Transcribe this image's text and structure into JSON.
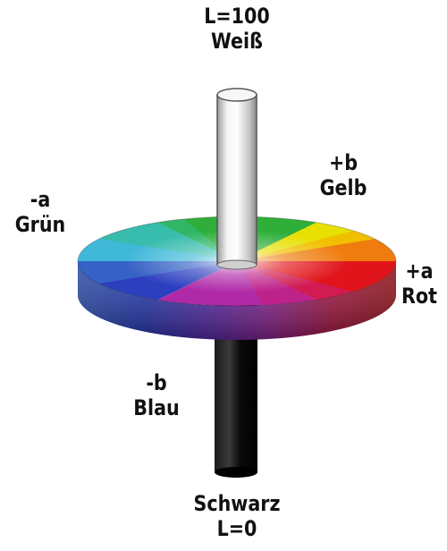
{
  "labels": {
    "white": {
      "line1": "L=100",
      "line2": "Weiß"
    },
    "yellow": {
      "line1": "+b",
      "line2": "Gelb"
    },
    "green": {
      "line1": "-a",
      "line2": "Grün"
    },
    "red": {
      "line1": "+a",
      "line2": "Rot"
    },
    "blue": {
      "line1": "-b",
      "line2": "Blau"
    },
    "black": {
      "line1": "Schwarz",
      "line2": "L=0"
    }
  },
  "colors": {
    "red": "#e0141a",
    "yellow": "#e8e000",
    "green": "#2fae3a",
    "cyan": "#40b8d8",
    "blue": "#2c3fbf",
    "magenta": "#b02aa8",
    "white_post": "#ececec",
    "black_post": "#0a0a0a",
    "label_text": "#111111"
  }
}
